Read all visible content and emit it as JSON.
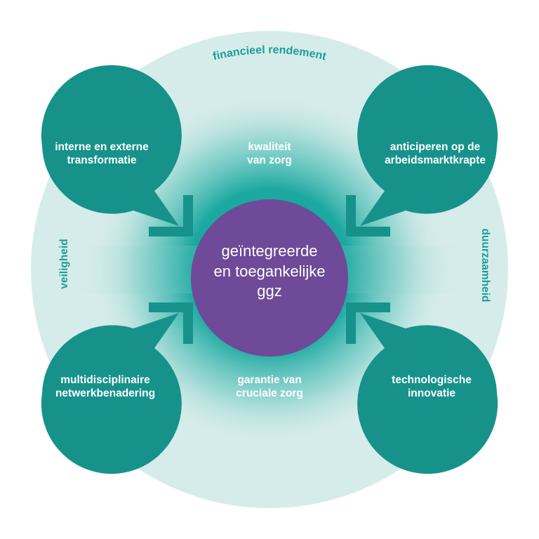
{
  "center": {
    "lines": [
      "geïntegreerde",
      "en toegankelijke",
      "ggz"
    ]
  },
  "inner": {
    "top": [
      "kwaliteit",
      "van zorg"
    ],
    "bottom": [
      "garantie van",
      "cruciale zorg"
    ]
  },
  "ring": {
    "top": "financieel rendement",
    "left": "veiligheid",
    "right": "duurzaamheid"
  },
  "bubbles": {
    "top_left": [
      "interne en externe",
      "transformatie"
    ],
    "top_right": [
      "anticiperen op de",
      "arbeidsmarktkrapte"
    ],
    "bottom_left": [
      "multidisciplinaire",
      "netwerkbenadering"
    ],
    "bottom_right": [
      "technologische",
      "innovatie"
    ]
  },
  "colors": {
    "ring": "#d6ecea",
    "teal": "#1b9e96",
    "bubble": "#16928b",
    "center": "#6e4a98"
  }
}
